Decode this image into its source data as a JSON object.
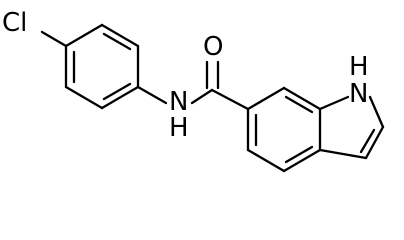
{
  "molecule": {
    "atoms": {
      "chlorine": "Cl",
      "oxygen": "O",
      "amide_nitrogen": "N",
      "amide_hydrogen": "H",
      "indole_nitrogen": "N",
      "indole_hydrogen": "H"
    }
  },
  "colors": {
    "background": "#ffffff",
    "bond": "#000000",
    "text": "#000000"
  }
}
